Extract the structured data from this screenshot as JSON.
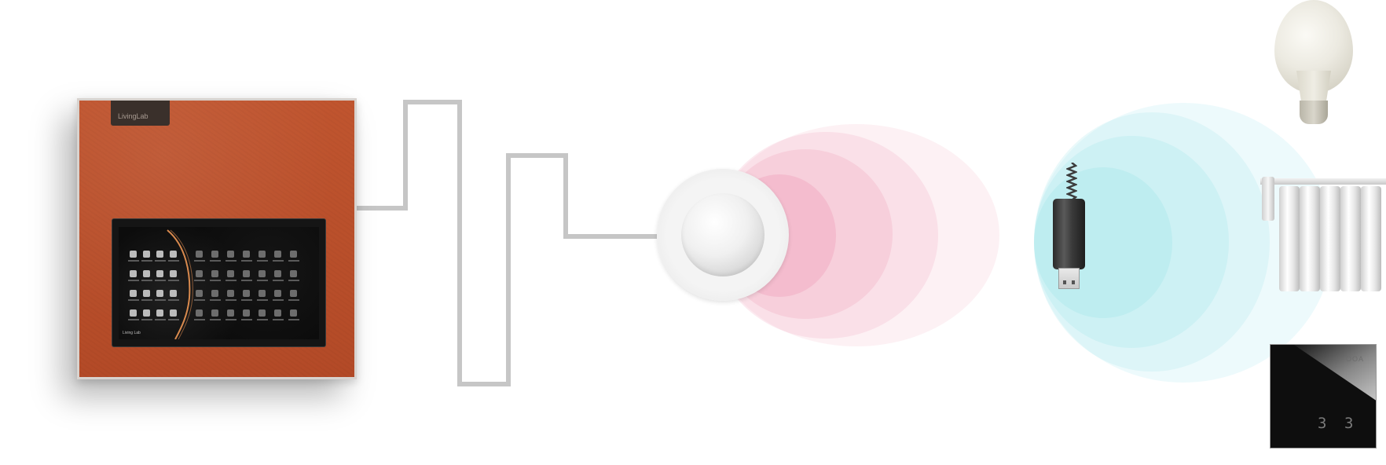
{
  "panel": {
    "brand_label": "LivingLab",
    "screen": {
      "status_text": "",
      "title": "",
      "footer": "Living Lab"
    }
  },
  "thermostat": {
    "brand": "OOA",
    "digit_left": "3",
    "digit_right": "3"
  },
  "colors": {
    "panel_leather": "#b94f2b",
    "wire": "#c8c8c8",
    "signal_pink": "#f4b6c8",
    "signal_cyan": "#bfeef2"
  }
}
